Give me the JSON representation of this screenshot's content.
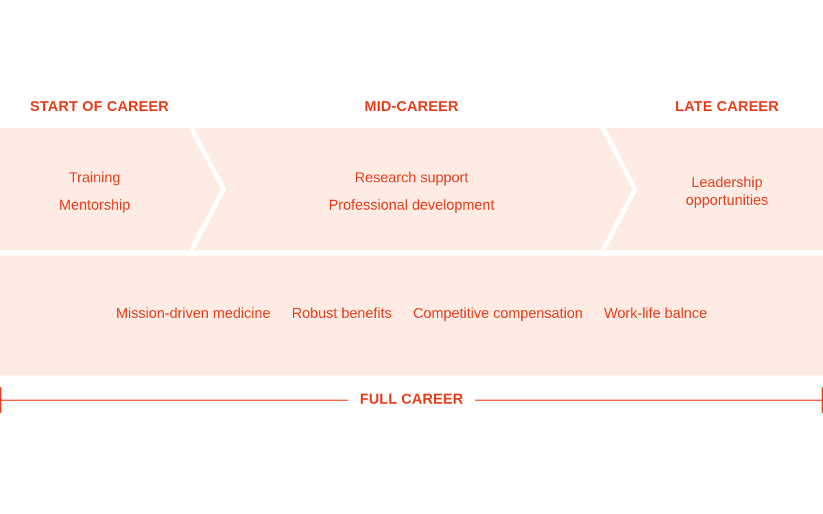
{
  "colors": {
    "accent": "#e8401c",
    "band_fill": "#fdebe4",
    "background": "#ffffff"
  },
  "stages": [
    {
      "heading": "START OF CAREER",
      "items": [
        "Training",
        "Mentorship"
      ]
    },
    {
      "heading": "MID-CAREER",
      "items": [
        "Research support",
        "Professional development"
      ]
    },
    {
      "heading": "LATE CAREER",
      "items": [
        "Leadership opportunities"
      ]
    }
  ],
  "full_career": {
    "label": "FULL CAREER",
    "items": [
      "Mission-driven medicine",
      "Robust benefits",
      "Competitive compensation",
      "Work-life balnce"
    ]
  }
}
